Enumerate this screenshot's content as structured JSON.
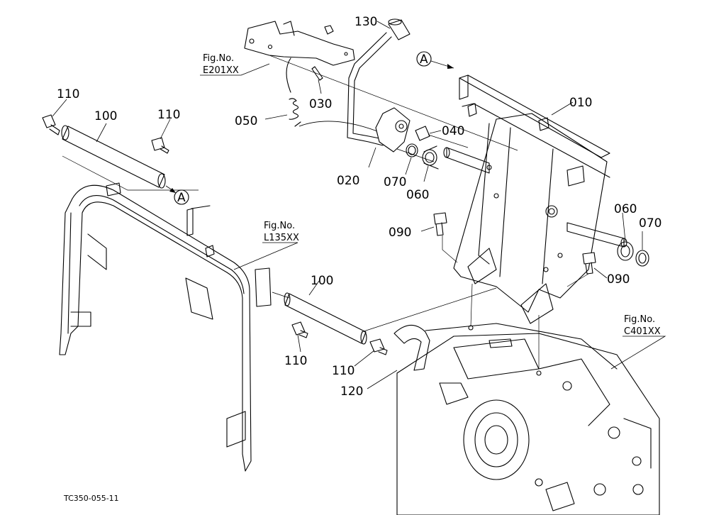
{
  "parts": {
    "p130": "130",
    "p030": "030",
    "p050": "050",
    "p020": "020",
    "p070_top": "070",
    "p060_top": "060",
    "p040": "040",
    "p010": "010",
    "p060_right": "060",
    "p070_right": "070",
    "p090_left": "090",
    "p090_right": "090",
    "p110_tl": "110",
    "p100_top": "100",
    "p110_tm": "110",
    "p100_mid": "100",
    "p110_bl": "110",
    "p110_br": "110",
    "p120": "120"
  },
  "refs": {
    "a_top": "A",
    "a_left": "A"
  },
  "figs": {
    "e_label": "Fig.No.",
    "e_code": "E201XX",
    "l_label": "Fig.No.",
    "l_code": "L135XX",
    "c_label": "Fig.No.",
    "c_code": "C401XX"
  },
  "drawing_code": "TC350-055-11"
}
